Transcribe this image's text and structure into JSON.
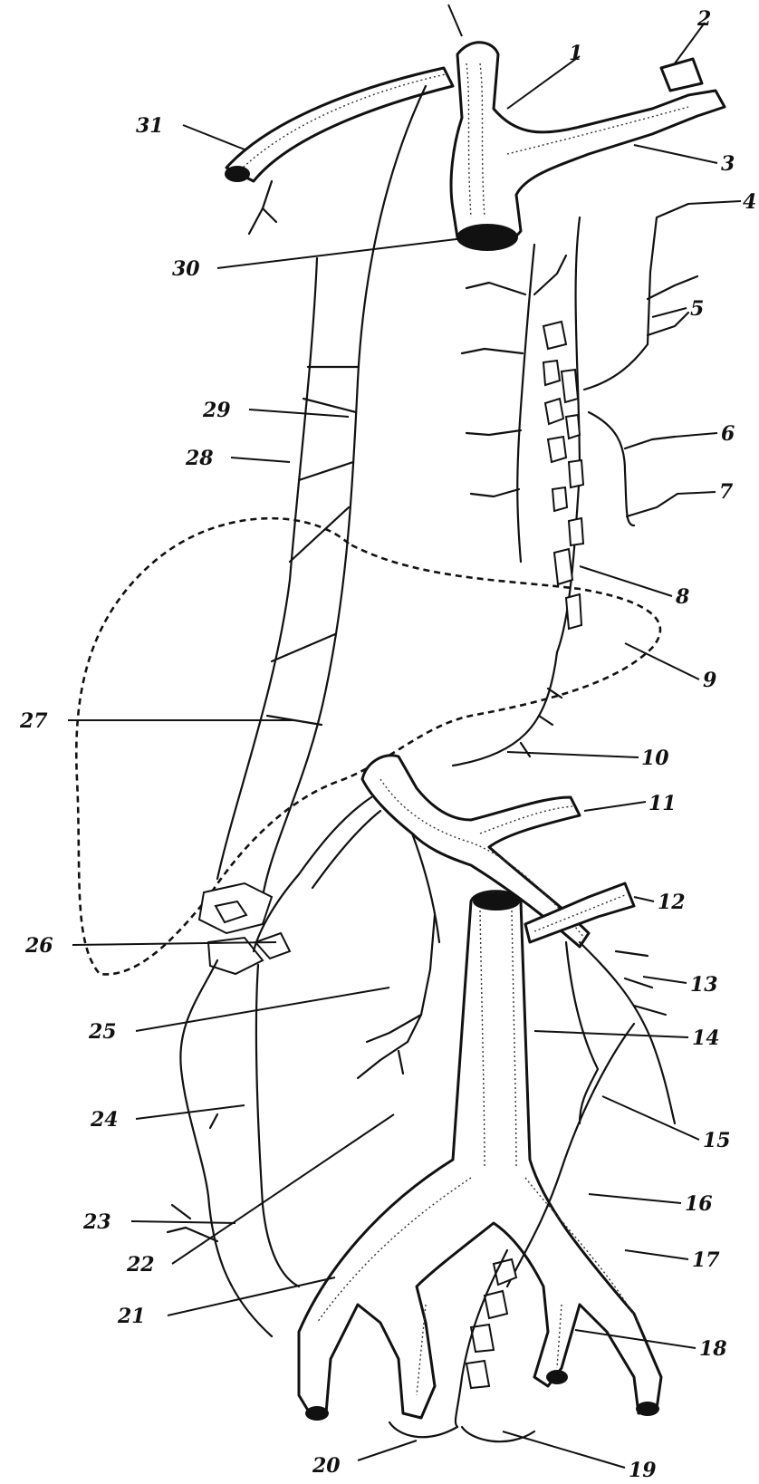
{
  "figure": {
    "labels": [
      {
        "id": "1",
        "text": "1"
      },
      {
        "id": "2",
        "text": "2"
      },
      {
        "id": "3",
        "text": "3"
      },
      {
        "id": "4",
        "text": "4"
      },
      {
        "id": "5",
        "text": "5"
      },
      {
        "id": "6",
        "text": "6"
      },
      {
        "id": "7",
        "text": "7"
      },
      {
        "id": "8",
        "text": "8"
      },
      {
        "id": "9",
        "text": "9"
      },
      {
        "id": "10",
        "text": "10"
      },
      {
        "id": "11",
        "text": "11"
      },
      {
        "id": "12",
        "text": "12"
      },
      {
        "id": "13",
        "text": "13"
      },
      {
        "id": "14",
        "text": "14"
      },
      {
        "id": "15",
        "text": "15"
      },
      {
        "id": "16",
        "text": "16"
      },
      {
        "id": "17",
        "text": "17"
      },
      {
        "id": "18",
        "text": "18"
      },
      {
        "id": "19",
        "text": "19"
      },
      {
        "id": "20",
        "text": "20"
      },
      {
        "id": "21",
        "text": "21"
      },
      {
        "id": "22",
        "text": "22"
      },
      {
        "id": "23",
        "text": "23"
      },
      {
        "id": "24",
        "text": "24"
      },
      {
        "id": "25",
        "text": "25"
      },
      {
        "id": "26",
        "text": "26"
      },
      {
        "id": "27",
        "text": "27"
      },
      {
        "id": "28",
        "text": "28"
      },
      {
        "id": "29",
        "text": "29"
      },
      {
        "id": "30",
        "text": "30"
      },
      {
        "id": "31",
        "text": "31"
      }
    ]
  }
}
